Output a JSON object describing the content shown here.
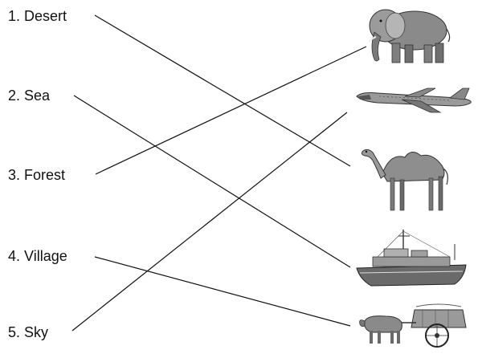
{
  "terms": [
    {
      "number": "1.",
      "label": "Desert"
    },
    {
      "number": "2.",
      "label": "Sea"
    },
    {
      "number": "3.",
      "label": "Forest"
    },
    {
      "number": "4.",
      "label": "Village"
    },
    {
      "number": "5.",
      "label": "Sky"
    }
  ],
  "pictures": [
    {
      "icon": "elephant-icon"
    },
    {
      "icon": "airplane-icon"
    },
    {
      "icon": "camel-icon"
    },
    {
      "icon": "ship-icon"
    },
    {
      "icon": "ox-cart-icon"
    }
  ],
  "connections": [
    {
      "from_term": 1,
      "to_picture": 3
    },
    {
      "from_term": 2,
      "to_picture": 4
    },
    {
      "from_term": 3,
      "to_picture": 1
    },
    {
      "from_term": 4,
      "to_picture": 5
    },
    {
      "from_term": 5,
      "to_picture": 2
    }
  ]
}
